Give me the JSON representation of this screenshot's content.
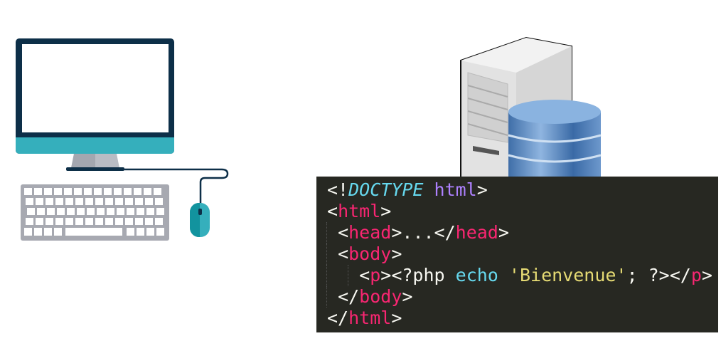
{
  "computer": {
    "label": "client-computer"
  },
  "server": {
    "label": "web-server-with-database"
  },
  "code": {
    "colors": {
      "background": "#272822",
      "punct": "#f8f8f2",
      "tag": "#f92672",
      "doctype": "#66d9ef",
      "attr": "#ae81ff",
      "kw": "#66d9ef",
      "str": "#e6db74"
    },
    "lines": [
      {
        "indent": 0,
        "tokens": [
          {
            "t": "<!",
            "c": "punct"
          },
          {
            "t": "DOCTYPE",
            "c": "doctype"
          },
          {
            "t": " ",
            "c": "punct"
          },
          {
            "t": "html",
            "c": "attr"
          },
          {
            "t": ">",
            "c": "punct"
          }
        ]
      },
      {
        "indent": 0,
        "tokens": [
          {
            "t": "<",
            "c": "punct"
          },
          {
            "t": "html",
            "c": "tag"
          },
          {
            "t": ">",
            "c": "punct"
          }
        ]
      },
      {
        "indent": 1,
        "tokens": [
          {
            "t": "<",
            "c": "punct"
          },
          {
            "t": "head",
            "c": "tag"
          },
          {
            "t": ">...</",
            "c": "punct"
          },
          {
            "t": "head",
            "c": "tag"
          },
          {
            "t": ">",
            "c": "punct"
          }
        ]
      },
      {
        "indent": 1,
        "tokens": [
          {
            "t": "<",
            "c": "punct"
          },
          {
            "t": "body",
            "c": "tag"
          },
          {
            "t": ">",
            "c": "punct"
          }
        ]
      },
      {
        "indent": 3,
        "tokens": [
          {
            "t": "<",
            "c": "punct"
          },
          {
            "t": "p",
            "c": "tag"
          },
          {
            "t": "><?php ",
            "c": "punct"
          },
          {
            "t": "echo",
            "c": "kw"
          },
          {
            "t": " ",
            "c": "punct"
          },
          {
            "t": "'Bienvenue'",
            "c": "str"
          },
          {
            "t": "; ?></",
            "c": "punct"
          },
          {
            "t": "p",
            "c": "tag"
          },
          {
            "t": ">",
            "c": "punct"
          }
        ]
      },
      {
        "indent": 1,
        "tokens": [
          {
            "t": "</",
            "c": "punct"
          },
          {
            "t": "body",
            "c": "tag"
          },
          {
            "t": ">",
            "c": "punct"
          }
        ]
      },
      {
        "indent": 0,
        "tokens": [
          {
            "t": "</",
            "c": "punct"
          },
          {
            "t": "html",
            "c": "tag"
          },
          {
            "t": ">",
            "c": "punct"
          }
        ]
      }
    ]
  }
}
